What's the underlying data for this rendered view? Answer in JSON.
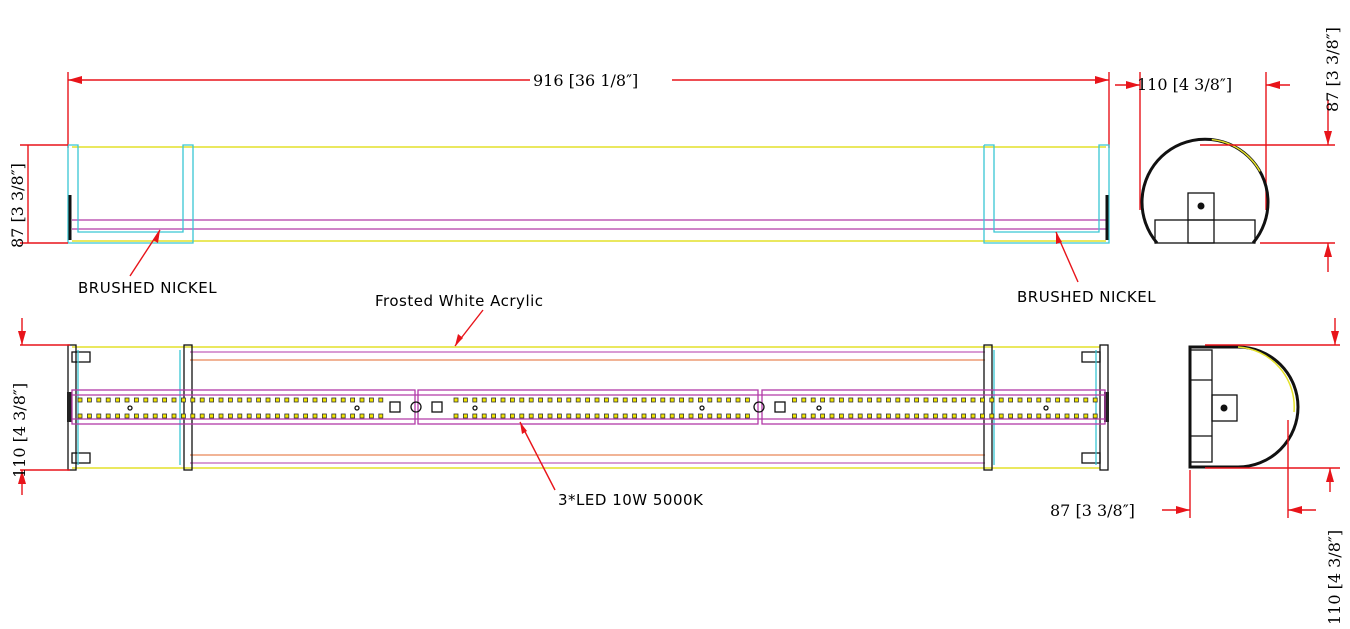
{
  "dimensions": {
    "top_length": "916 [36 1/8″]",
    "top_side_width": "110 [4 3/8″]",
    "top_side_height": "87 [3 3/8″]",
    "front_height": "87 [3 3/8″]",
    "plan_depth": "110 [4 3/8″]",
    "bottom_side_width": "87 [3 3/8″]",
    "bottom_side_height": "110 [4 3/8″]"
  },
  "notes": {
    "finish_left": "BRUSHED NICKEL",
    "finish_right": "BRUSHED NICKEL",
    "diffuser": "Frosted White Acrylic",
    "led": "3*LED 10W  5000K"
  },
  "colors": {
    "dimension": "#e8141a",
    "diffuser": "#e4e12a",
    "endcap": "#39c6d4",
    "led_board": "#b23aa8",
    "outline": "#111111"
  }
}
